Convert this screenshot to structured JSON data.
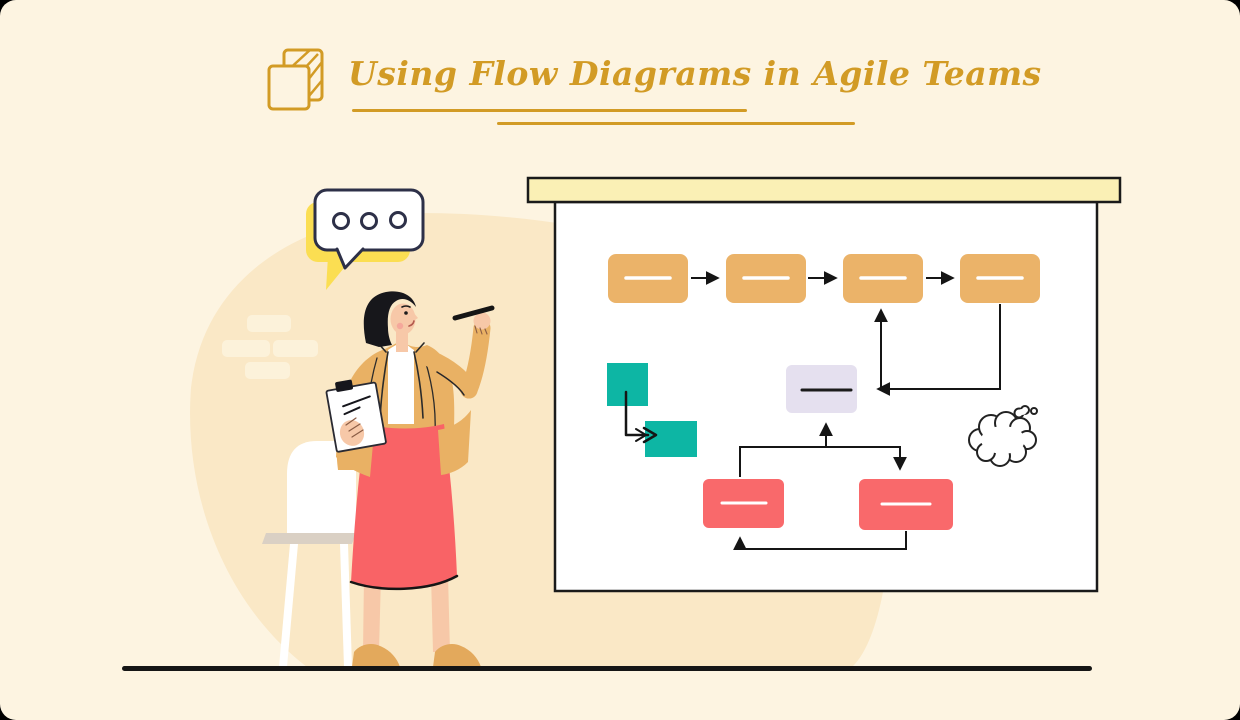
{
  "header": {
    "title": "Using Flow Diagrams in Agile Teams",
    "title_color": "#D29B25",
    "icon": "overlapping-squares-icon"
  },
  "colors": {
    "page_background": "#FDF4E1",
    "blob_background": "#FAE8C6",
    "accent_gold": "#D29B25",
    "whiteboard_rail_yellow": "#FAF0B5",
    "whiteboard_white": "#FFFFFF",
    "process_box_orange": "#EBB369",
    "review_box_lavender": "#E5E0EF",
    "task_box_red": "#F9696B",
    "sticky_note_teal": "#0DB6A4",
    "speech_bubble_yellow": "#FBDE52",
    "speech_bubble_outline": "#2D3048",
    "ink_black": "#151515",
    "skin": "#F7C8A8",
    "jacket_tan": "#E9B164",
    "skirt_coral": "#F96366",
    "chair_seat_beige": "#DAD0C4"
  },
  "speech_bubble": {
    "dot_count": 3
  },
  "whiteboard": {
    "process_row_box_count": 4,
    "review_box_count": 1,
    "task_box_count": 2,
    "sticky_note_count": 2,
    "doodles": [
      "thought-cloud"
    ],
    "flow_description": "Four orange process boxes linked left to right; feedback line from box four loops to a lavender review box which arrows back up into box three; the review box branches down to two red task boxes that loop back to each other; two teal sticky notes joined by an elbow arrow."
  },
  "presenter": {
    "description": "Woman with black bob haircut, tan jacket and coral skirt, holding a clipboard and raising a pen beside a whiteboard",
    "props": [
      "speech-bubble",
      "clipboard",
      "pen",
      "chair"
    ]
  }
}
